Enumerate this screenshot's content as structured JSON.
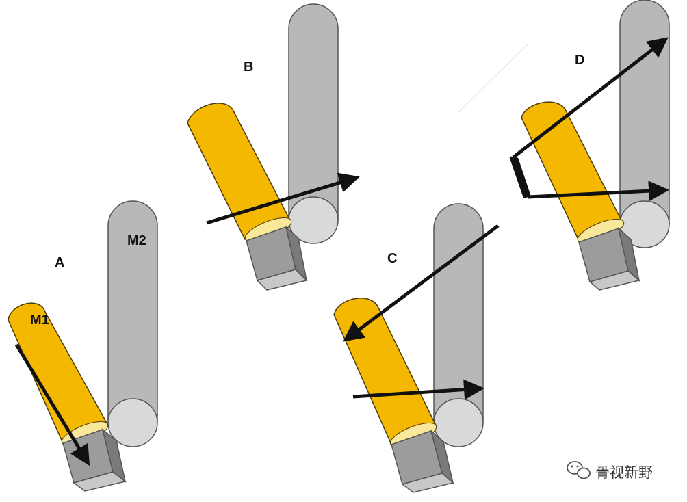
{
  "panels": {
    "a": {
      "label": "A",
      "moving_label": "M1",
      "fixed_label": "M2"
    },
    "b": {
      "label": "B"
    },
    "c": {
      "label": "C"
    },
    "d": {
      "label": "D"
    }
  },
  "watermark": {
    "text": "骨视新野"
  },
  "colors": {
    "moving_body": "#f5b800",
    "moving_body_edge": "#4a3a10",
    "moving_body_end": "#fae89a",
    "fixed_body": "#b8b8b8",
    "fixed_body_end": "#d9d9d9",
    "block_top": "#c8c8c8",
    "block_front": "#9c9c9c",
    "block_side": "#7a7a7a",
    "arrow": "#111111",
    "outline": "#555555"
  }
}
